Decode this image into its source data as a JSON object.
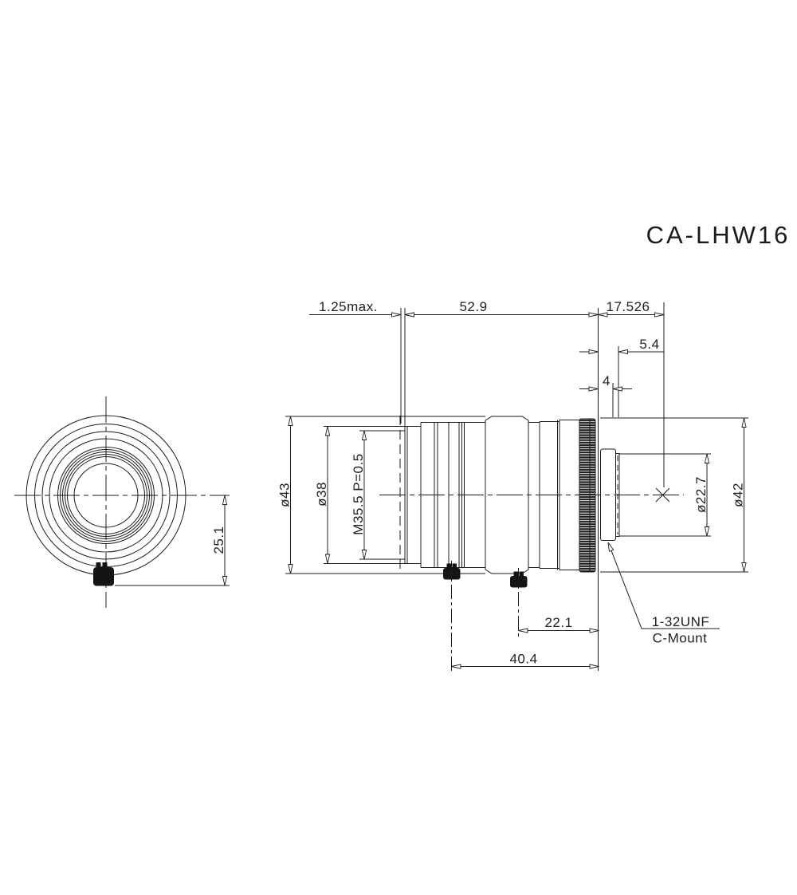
{
  "title": "CA-LHW16",
  "colors": {
    "line": "#1c1c1c",
    "background": "#ffffff"
  },
  "front_view": {
    "dim_offset": "25.1"
  },
  "side_view": {
    "dims": {
      "front_protrusion": "1.25max.",
      "body_length": "52.9",
      "flange_back": "17.526",
      "rear_protrusion": "5.4",
      "thread_length": "4",
      "outer_diameter": "ø43",
      "front_diameter": "ø38",
      "filter_thread": "M35.5 P=0.5",
      "rear_diameter": "ø22.7",
      "mount_diameter": "ø42",
      "screw2_to_flange": "22.1",
      "screw1_to_flange": "40.4"
    },
    "mount_label": {
      "line1": "1-32UNF",
      "line2": "C-Mount"
    }
  }
}
